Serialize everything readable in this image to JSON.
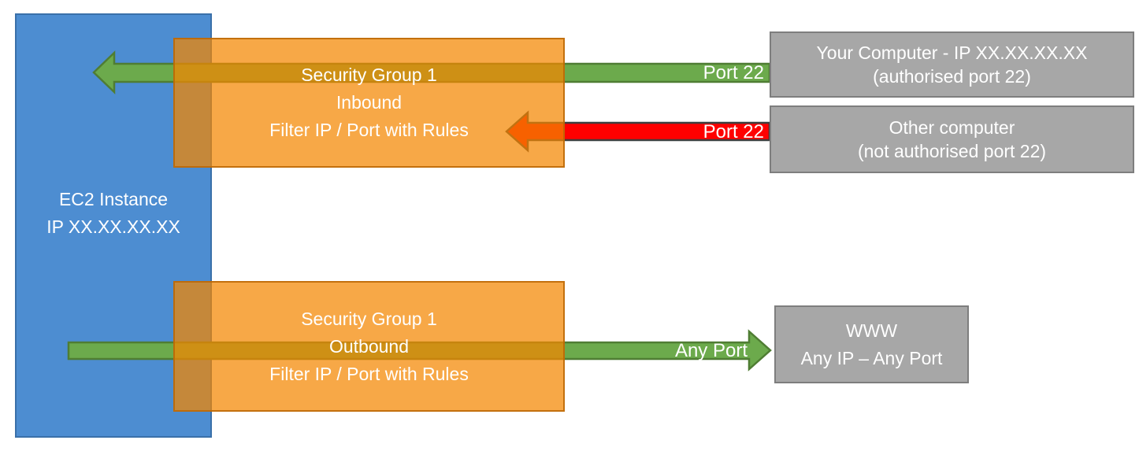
{
  "colors": {
    "blue_fill": "#4D8DD1",
    "blue_border": "#3A70A9",
    "green_fill": "#6CAA4C",
    "green_border": "#4F7D33",
    "red_fill": "#FF0000",
    "red_border": "#3F3F3F",
    "orange_fill": "rgba(244,135,0,0.72)",
    "orange_border": "rgba(186,102,5,0.85)",
    "gray_fill": "#A7A7A7",
    "gray_border": "#7E7E7E"
  },
  "ec2": {
    "title": "EC2 Instance",
    "ip": "IP XX.XX.XX.XX"
  },
  "inbound_group": {
    "title": "Security Group 1",
    "direction": "Inbound",
    "rule": "Filter IP / Port with Rules"
  },
  "outbound_group": {
    "title": "Security Group 1",
    "direction": "Outbound",
    "rule": "Filter IP / Port with Rules"
  },
  "your_computer": {
    "title": "Your Computer - IP XX.XX.XX.XX",
    "subtitle": "(authorised port 22)"
  },
  "other_computer": {
    "title": "Other computer",
    "subtitle": "(not authorised port 22)"
  },
  "www": {
    "title": "WWW",
    "subtitle": "Any IP – Any Port"
  },
  "arrows": {
    "inbound_allowed_label": "Port 22",
    "inbound_blocked_label": "Port 22",
    "outbound_label": "Any Port"
  }
}
